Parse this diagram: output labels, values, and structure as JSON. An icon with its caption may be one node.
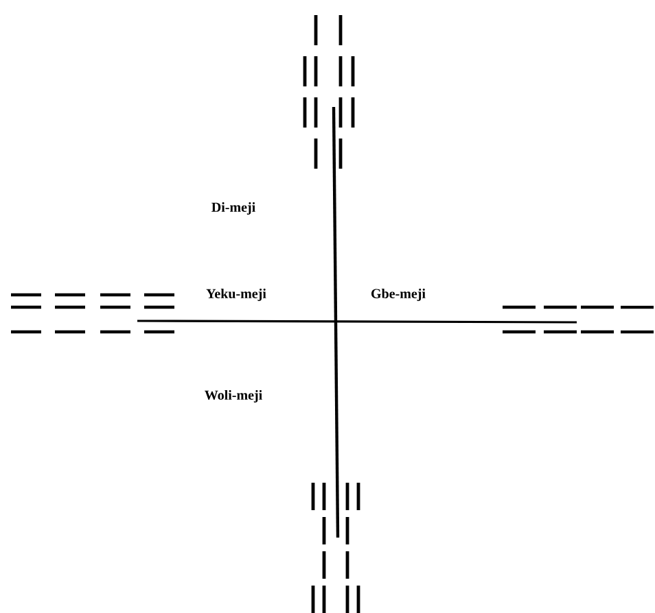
{
  "diagram": {
    "labels": [
      "Di-meji",
      "Yeku-meji",
      "Gbe-meji",
      "Woli-meji"
    ]
  }
}
